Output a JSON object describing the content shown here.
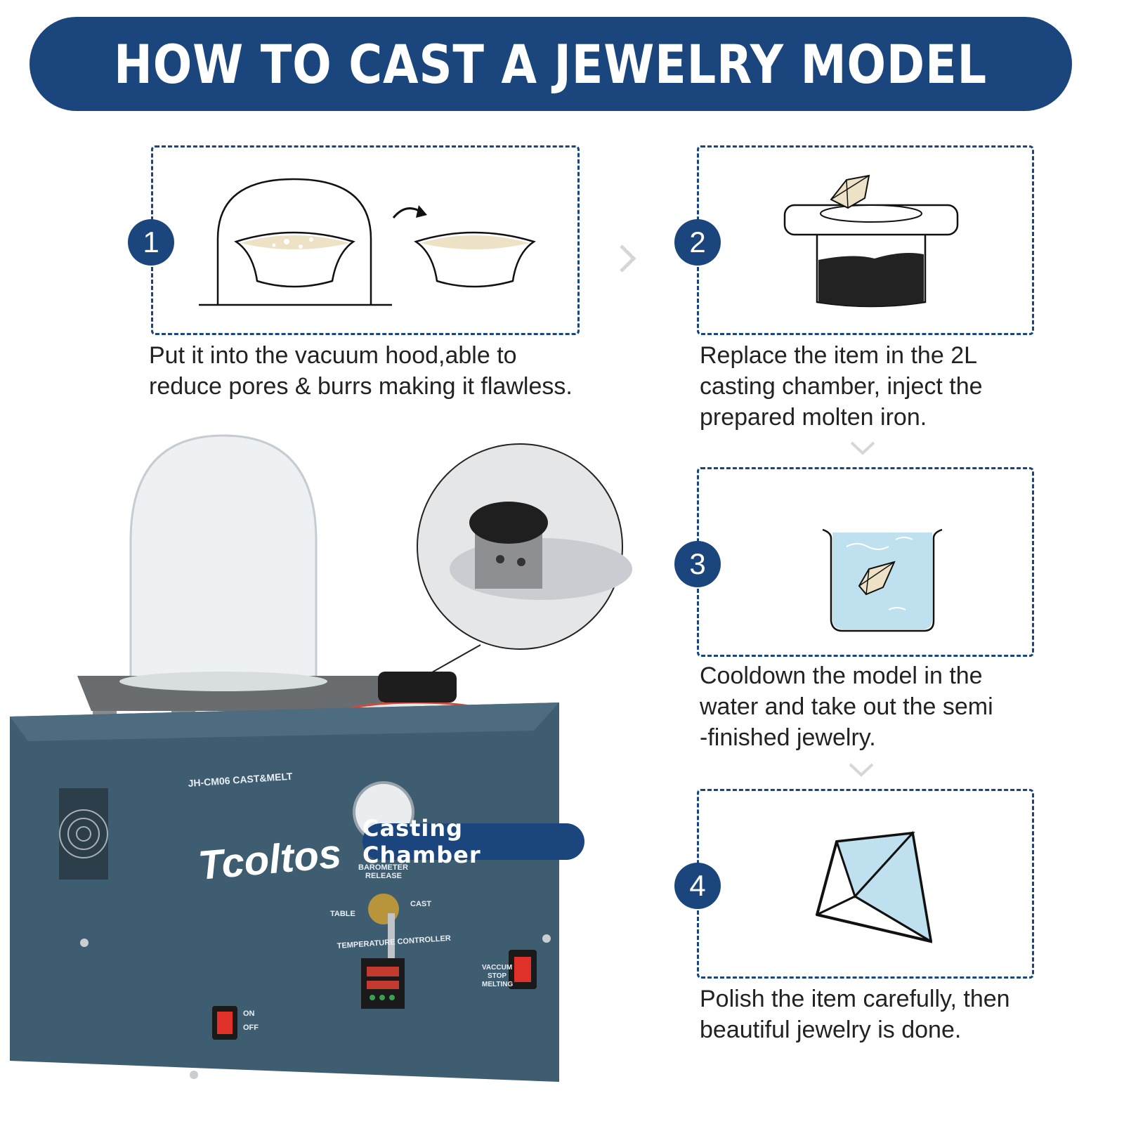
{
  "header": {
    "title": "HOW TO CAST A JEWELRY MODEL"
  },
  "colors": {
    "brand": "#1b467d",
    "accent_light_blue": "#bfe0ee",
    "cream": "#ede2c6",
    "machine_body": "#3f5d70"
  },
  "steps": [
    {
      "number": "1",
      "caption_lines": [
        "Put it into the vacuum hood,able to",
        "reduce pores & burrs making it flawless."
      ],
      "icon": "vacuum-hood-icon"
    },
    {
      "number": "2",
      "caption_lines": [
        "Replace the item in the 2L",
        "casting chamber, inject the",
        "prepared molten iron."
      ],
      "icon": "casting-chamber-icon"
    },
    {
      "number": "3",
      "caption_lines": [
        "Cooldown the model in the",
        "water and take out the semi",
        "-finished jewelry."
      ],
      "icon": "water-beaker-icon"
    },
    {
      "number": "4",
      "caption_lines": [
        "Polish the item carefully, then",
        "beautiful jewelry is done."
      ],
      "icon": "diamond-icon"
    }
  ],
  "product": {
    "callout_label": "Casting Chamber",
    "model": "JH-CM06 CAST&MELT",
    "brand": "Tcoltos",
    "labels": {
      "barometer": "BAROMETER",
      "release": "RELEASE",
      "table": "TABLE",
      "cast": "CAST",
      "temperature": "TEMPERATURE CONTROLLER",
      "vaccum": "VACCUM",
      "stop": "STOP",
      "melting": "MELTING",
      "on": "ON",
      "off": "OFF"
    }
  }
}
